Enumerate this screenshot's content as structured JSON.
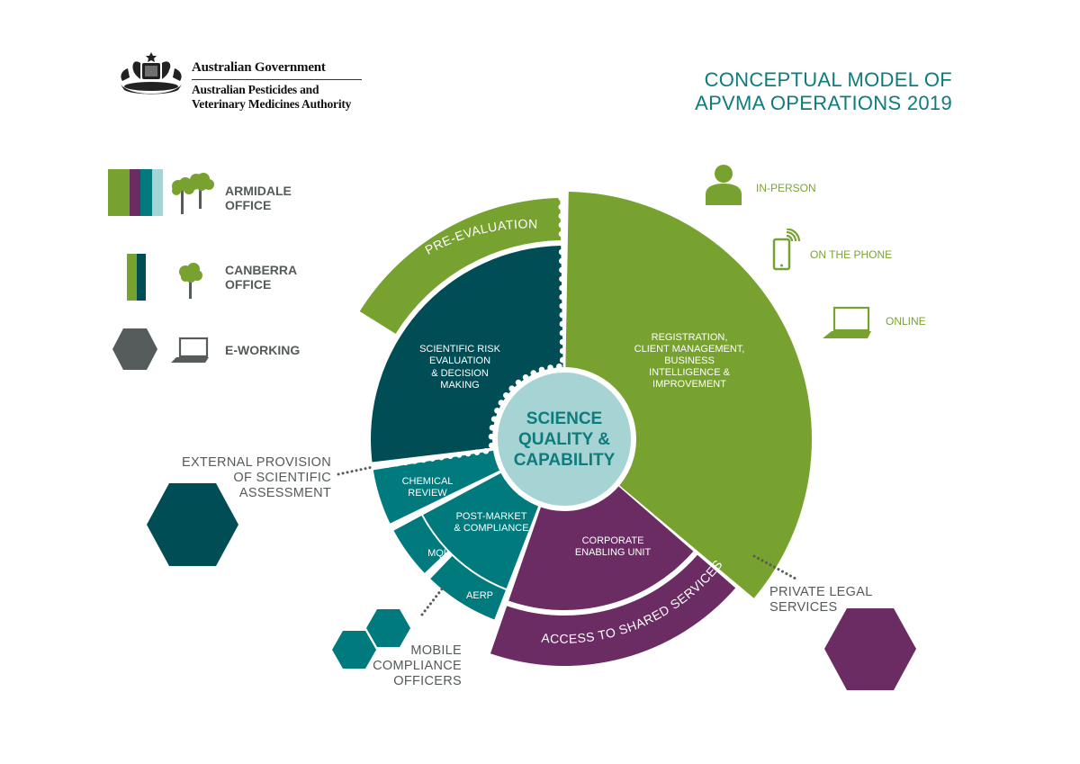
{
  "header": {
    "government": "Australian Government",
    "agency_line1": "Australian Pesticides and",
    "agency_line2": "Veterinary Medicines Authority",
    "title_line1": "CONCEPTUAL MODEL OF",
    "title_line2": "APVMA OPERATIONS 2019"
  },
  "colors": {
    "green": "#78a22f",
    "dark_teal": "#004d55",
    "teal": "#007a7c",
    "light_teal": "#a6d3d4",
    "purple": "#6a2c62",
    "grey": "#565c5c",
    "title_teal": "#0e7b7c"
  },
  "legend": {
    "locations": [
      {
        "label_line1": "ARMIDALE",
        "label_line2": "OFFICE",
        "icon": "trees-icon",
        "bar_colors": [
          "#78a22f",
          "#6a2c62",
          "#007a7c",
          "#a6d3d4"
        ]
      },
      {
        "label_line1": "CANBERRA",
        "label_line2": "OFFICE",
        "icon": "tree-icon",
        "bar_colors": [
          "#78a22f",
          "#004d55"
        ]
      },
      {
        "label_line1": "E-WORKING",
        "label_line2": "",
        "icon": "laptop-icon",
        "bar_colors": [
          "#565c5c"
        ]
      }
    ]
  },
  "channels": [
    {
      "label": "IN-PERSON",
      "icon": "person-icon"
    },
    {
      "label": "ON THE PHONE",
      "icon": "phone-icon"
    },
    {
      "label": "ONLINE",
      "icon": "laptop-icon"
    }
  ],
  "wheel": {
    "center": {
      "line1": "SCIENCE",
      "line2": "QUALITY &",
      "line3": "CAPABILITY"
    },
    "registration": {
      "lines": [
        "REGISTRATION,",
        "CLIENT MANAGEMENT,",
        "BUSINESS",
        "INTELLIGENCE &",
        "IMPROVEMENT"
      ]
    },
    "scientific": {
      "lines": [
        "SCIENTIFIC RISK",
        "EVALUATION",
        "& DECISION",
        "MAKING"
      ]
    },
    "pre_evaluation": {
      "label": "PRE-EVALUATION"
    },
    "chemical_review": {
      "lines": [
        "CHEMICAL",
        "REVIEW"
      ]
    },
    "post_market": {
      "lines": [
        "POST-MARKET",
        "& COMPLIANCE"
      ]
    },
    "mql": {
      "label": "MQL"
    },
    "aerp": {
      "label": "AERP"
    },
    "corporate": {
      "lines": [
        "CORPORATE",
        "ENABLING UNIT"
      ]
    },
    "shared_services": {
      "label": "ACCESS TO SHARED SERVICES"
    }
  },
  "external": {
    "scientific_assessment": {
      "lines": [
        "EXTERNAL PROVISION",
        "OF SCIENTIFIC",
        "ASSESSMENT"
      ]
    },
    "mobile_compliance": {
      "lines": [
        "MOBILE",
        "COMPLIANCE",
        "OFFICERS"
      ]
    },
    "private_legal": {
      "lines": [
        "PRIVATE LEGAL",
        "SERVICES"
      ]
    }
  }
}
